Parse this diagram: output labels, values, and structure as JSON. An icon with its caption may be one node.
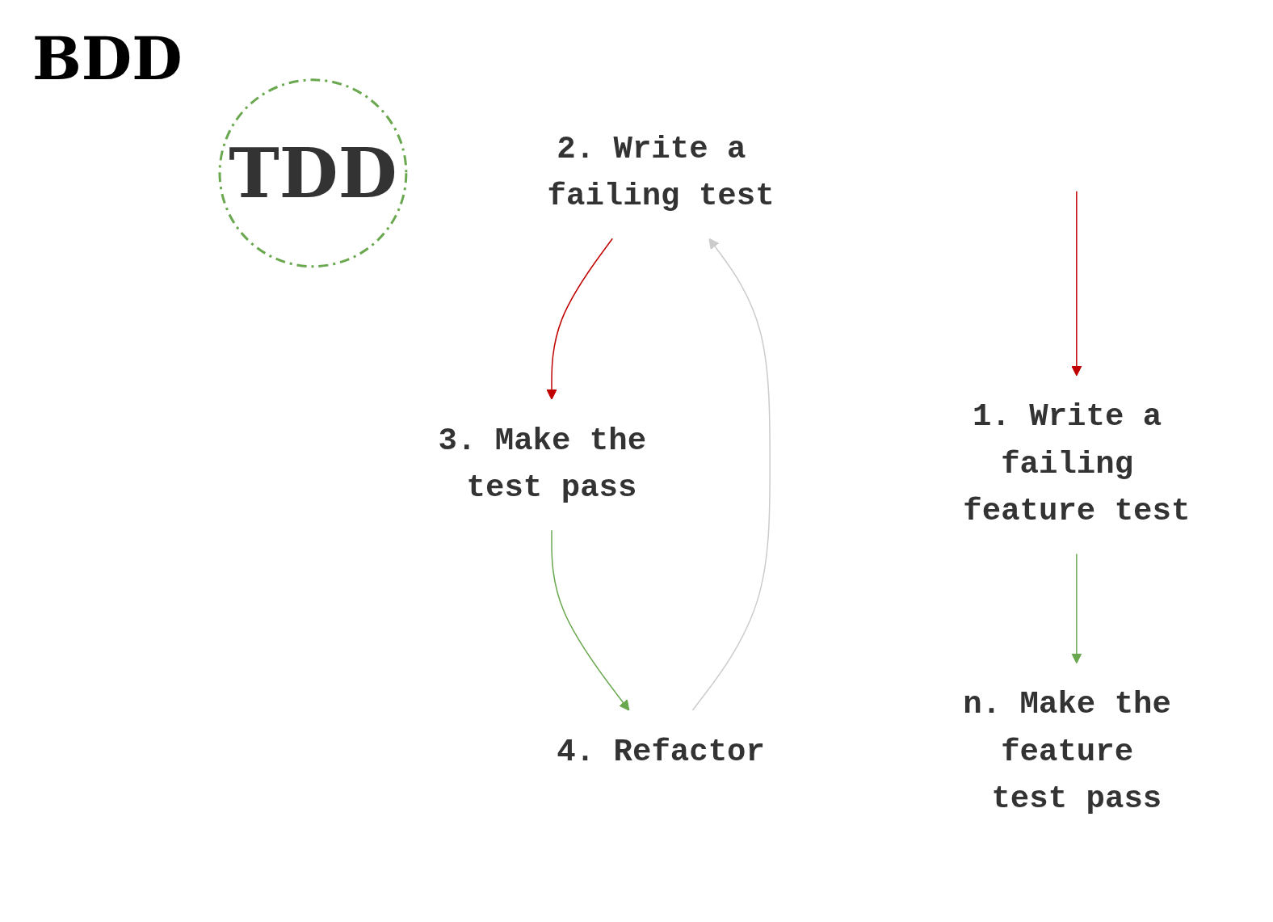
{
  "diagram": {
    "nodes": [
      {
        "text": [
          "1. Write a failing feature test"
        ]
      },
      {
        "text": [
          "n. Make the feature test pass"
        ]
      },
      {
        "text": [
          "TDD"
        ]
      },
      {
        "text": [
          "2. Write a failing test"
        ]
      },
      {
        "text": [
          "3. Make the test pass"
        ]
      },
      {
        "text": [
          "4. Refactor"
        ]
      }
    ],
    "edges": [
      {
        "from": null,
        "to": 0,
        "arrow": "to",
        "color": "#c00000"
      },
      {
        "from": 0,
        "to": 1,
        "arrow": "to",
        "color": "#6aa84f"
      },
      {
        "from": 3,
        "to": 4,
        "arrow": "to",
        "color": "#c00000"
      },
      {
        "from": 4,
        "to": 5,
        "arrow": "to",
        "color": "#6aa84f"
      },
      {
        "from": 5,
        "to": 3,
        "arrow": "to",
        "color": "#cccccc"
      }
    ],
    "labels": [
      "BDD"
    ]
  }
}
